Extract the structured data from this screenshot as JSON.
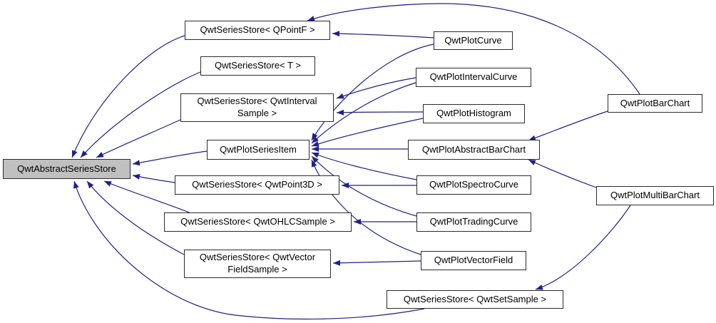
{
  "diagram": {
    "type": "class-inheritance-graph",
    "colors": {
      "edge": "#212188",
      "highlight_fill": "#c0c0c0",
      "node_border": "#2b2b2b",
      "background": "#ffffff"
    },
    "nodes": [
      {
        "id": "QwtAbstractSeriesStore",
        "label": "QwtAbstractSeriesStore",
        "highlighted": true
      },
      {
        "id": "QwtSeriesStore<QPointF>",
        "label": "QwtSeriesStore< QPointF >"
      },
      {
        "id": "QwtSeriesStore<T>",
        "label": "QwtSeriesStore< T >"
      },
      {
        "id": "QwtSeriesStore<QwtIntervalSample>",
        "label": "QwtSeriesStore< QwtInterval",
        "label2": "Sample >"
      },
      {
        "id": "QwtPlotSeriesItem",
        "label": "QwtPlotSeriesItem"
      },
      {
        "id": "QwtSeriesStore<QwtPoint3D>",
        "label": "QwtSeriesStore< QwtPoint3D >"
      },
      {
        "id": "QwtSeriesStore<QwtOHLCSample>",
        "label": "QwtSeriesStore< QwtOHLCSample >"
      },
      {
        "id": "QwtSeriesStore<QwtVectorFieldSample>",
        "label": "QwtSeriesStore< QwtVector",
        "label2": "FieldSample >"
      },
      {
        "id": "QwtPlotCurve",
        "label": "QwtPlotCurve"
      },
      {
        "id": "QwtPlotIntervalCurve",
        "label": "QwtPlotIntervalCurve"
      },
      {
        "id": "QwtPlotHistogram",
        "label": "QwtPlotHistogram"
      },
      {
        "id": "QwtPlotAbstractBarChart",
        "label": "QwtPlotAbstractBarChart"
      },
      {
        "id": "QwtPlotSpectroCurve",
        "label": "QwtPlotSpectroCurve"
      },
      {
        "id": "QwtPlotTradingCurve",
        "label": "QwtPlotTradingCurve"
      },
      {
        "id": "QwtPlotVectorField",
        "label": "QwtPlotVectorField"
      },
      {
        "id": "QwtSeriesStore<QwtSetSample>",
        "label": "QwtSeriesStore< QwtSetSample >"
      },
      {
        "id": "QwtPlotBarChart",
        "label": "QwtPlotBarChart"
      },
      {
        "id": "QwtPlotMultiBarChart",
        "label": "QwtPlotMultiBarChart"
      }
    ],
    "edges": [
      {
        "from": "QwtSeriesStore<QPointF>",
        "to": "QwtAbstractSeriesStore"
      },
      {
        "from": "QwtSeriesStore<T>",
        "to": "QwtAbstractSeriesStore"
      },
      {
        "from": "QwtSeriesStore<QwtIntervalSample>",
        "to": "QwtAbstractSeriesStore"
      },
      {
        "from": "QwtPlotSeriesItem",
        "to": "QwtAbstractSeriesStore"
      },
      {
        "from": "QwtSeriesStore<QwtPoint3D>",
        "to": "QwtAbstractSeriesStore"
      },
      {
        "from": "QwtSeriesStore<QwtOHLCSample>",
        "to": "QwtAbstractSeriesStore"
      },
      {
        "from": "QwtSeriesStore<QwtVectorFieldSample>",
        "to": "QwtAbstractSeriesStore"
      },
      {
        "from": "QwtSeriesStore<QwtSetSample>",
        "to": "QwtAbstractSeriesStore"
      },
      {
        "from": "QwtPlotCurve",
        "to": "QwtSeriesStore<QPointF>"
      },
      {
        "from": "QwtPlotBarChart",
        "to": "QwtSeriesStore<QPointF>"
      },
      {
        "from": "QwtPlotIntervalCurve",
        "to": "QwtSeriesStore<QwtIntervalSample>"
      },
      {
        "from": "QwtPlotHistogram",
        "to": "QwtSeriesStore<QwtIntervalSample>"
      },
      {
        "from": "QwtPlotCurve",
        "to": "QwtPlotSeriesItem"
      },
      {
        "from": "QwtPlotIntervalCurve",
        "to": "QwtPlotSeriesItem"
      },
      {
        "from": "QwtPlotHistogram",
        "to": "QwtPlotSeriesItem"
      },
      {
        "from": "QwtPlotAbstractBarChart",
        "to": "QwtPlotSeriesItem"
      },
      {
        "from": "QwtPlotSpectroCurve",
        "to": "QwtPlotSeriesItem"
      },
      {
        "from": "QwtPlotTradingCurve",
        "to": "QwtPlotSeriesItem"
      },
      {
        "from": "QwtPlotVectorField",
        "to": "QwtPlotSeriesItem"
      },
      {
        "from": "QwtPlotSpectroCurve",
        "to": "QwtSeriesStore<QwtPoint3D>"
      },
      {
        "from": "QwtPlotTradingCurve",
        "to": "QwtSeriesStore<QwtOHLCSample>"
      },
      {
        "from": "QwtPlotVectorField",
        "to": "QwtSeriesStore<QwtVectorFieldSample>"
      },
      {
        "from": "QwtPlotBarChart",
        "to": "QwtPlotAbstractBarChart"
      },
      {
        "from": "QwtPlotMultiBarChart",
        "to": "QwtPlotAbstractBarChart"
      },
      {
        "from": "QwtPlotMultiBarChart",
        "to": "QwtSeriesStore<QwtSetSample>"
      }
    ]
  }
}
